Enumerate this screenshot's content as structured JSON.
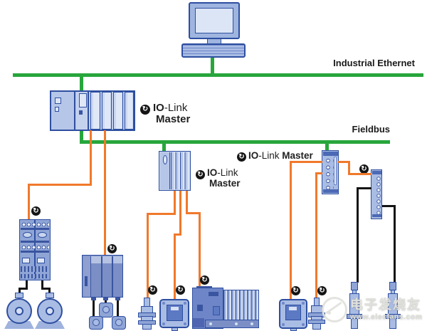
{
  "buses": {
    "industrial_ethernet_label": "Industrial Ethernet",
    "fieldbus_label": "Fieldbus",
    "bus_green": "#28A63C",
    "io_link_cable_orange": "#F0792B",
    "standard_cable_black": "#151515"
  },
  "io_link_masters": {
    "m1": {
      "io": "IO",
      "link": "-Link",
      "master": "Master"
    },
    "m2": {
      "io": "IO",
      "link": "-Link",
      "master": "Master"
    },
    "m3": {
      "io": "IO",
      "link": "-Link",
      "master": " Master"
    }
  },
  "icons": {
    "io_link": "↻"
  },
  "colors": {
    "bus_green": "#28A63C",
    "io_link_orange": "#F0792B",
    "cable_black": "#151515",
    "device_border_blue": "#2E4FA0",
    "device_fill_light": "#C9D6EF",
    "device_fill_mid": "#A9BCE4",
    "device_fill_dark": "#7B8FC6"
  },
  "watermark": {
    "brand": "电子发烧友",
    "url": "www.elecfans.com"
  }
}
